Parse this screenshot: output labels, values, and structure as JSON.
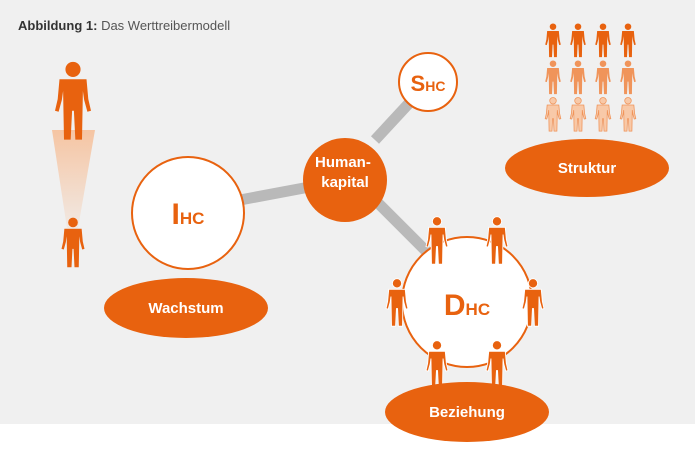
{
  "caption": {
    "label": "Abbildung 1:",
    "title": "Das Werttreibermodell"
  },
  "nodes": {
    "center": {
      "line1": "Human-",
      "line2": "kapital"
    },
    "ihc": {
      "letter": "I",
      "sub": "HC"
    },
    "shc": {
      "letter": "S",
      "sub": "HC"
    },
    "dhc": {
      "letter": "D",
      "sub": "HC"
    }
  },
  "labels": {
    "wachstum": "Wachstum",
    "struktur": "Struktur",
    "beziehung": "Beziehung"
  },
  "colors": {
    "accent": "#e8620f",
    "accent_light": "#f5a878",
    "accent_pale": "#f8c9a8",
    "connector": "#b9b9b9",
    "panel": "#f0f0f0"
  },
  "icons": {
    "person": "person-icon"
  }
}
